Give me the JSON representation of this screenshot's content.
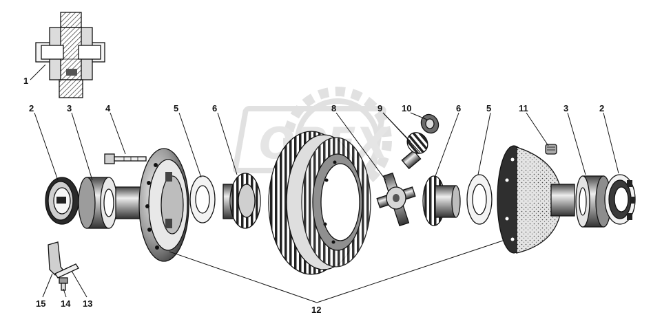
{
  "watermark": {
    "text": "OPEX",
    "color": "#c9c9c9"
  },
  "colors": {
    "ink": "#111111",
    "shade_dark": "#3a3a3a",
    "shade_mid": "#8a8a8a",
    "shade_light": "#d9d9d9"
  },
  "callouts": {
    "c1": "1",
    "c2a": "2",
    "c3a": "3",
    "c4": "4",
    "c5a": "5",
    "c6a": "6",
    "c8": "8",
    "c9": "9",
    "c10": "10",
    "c6b": "6",
    "c5b": "5",
    "c11": "11",
    "c3b": "3",
    "c2b": "2",
    "c15": "15",
    "c14": "14",
    "c13": "13",
    "c12": "12"
  }
}
